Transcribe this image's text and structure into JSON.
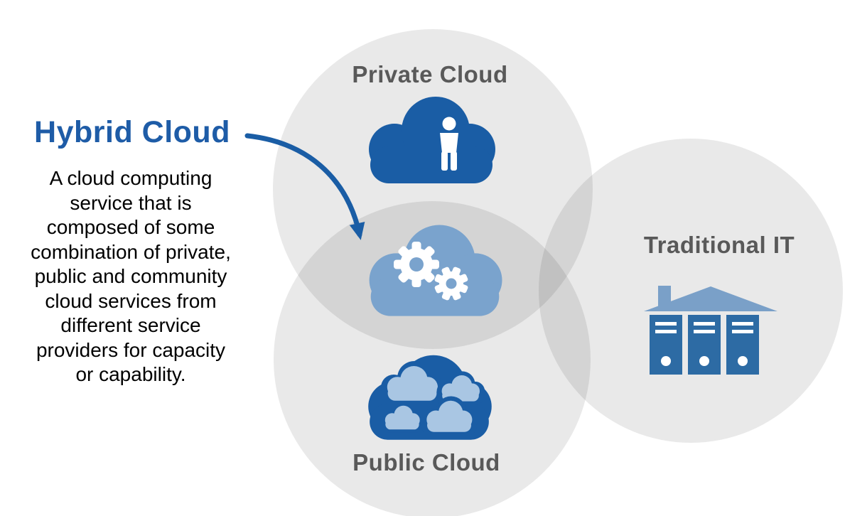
{
  "title": "Hybrid Cloud",
  "description": "A cloud computing\nservice that is\ncomposed of some\ncombination of private,\npublic and community\ncloud services from\ndifferent service\nproviders for capacity\nor capability.",
  "circles": {
    "private": "Private Cloud",
    "public": "Public Cloud",
    "traditional": "Traditional IT"
  },
  "icons": {
    "private": "person-in-cloud-icon",
    "hybrid": "gears-in-cloud-icon",
    "public": "clouds-cluster-icon",
    "traditional": "servers-under-roof-icon",
    "pointer": "curved-arrow-icon"
  },
  "colors": {
    "title_blue": "#1e5ca7",
    "dark_blue": "#1a5da5",
    "medium_blue": "#7aa3cd",
    "light_blue": "#a9c6e3",
    "server_blue": "#2d6ba4",
    "roof_blue": "#7aa0c8",
    "circle_gray": "#e7e7e7",
    "label_gray": "#595959",
    "text_black": "#000000"
  }
}
